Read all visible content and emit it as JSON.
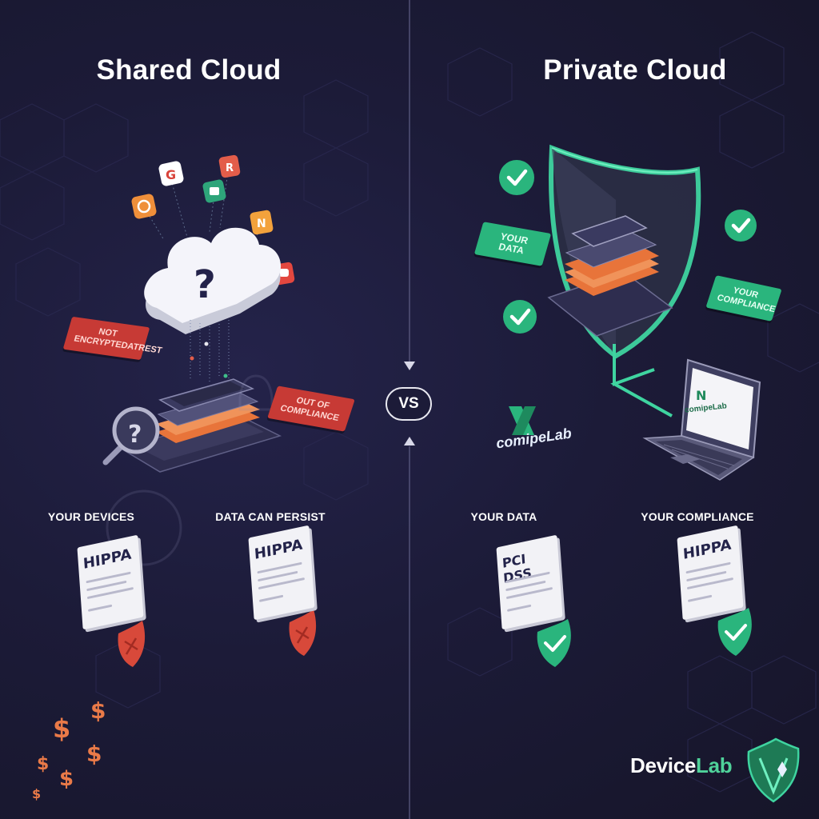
{
  "titles": {
    "left": "Shared Cloud",
    "right": "Private Cloud"
  },
  "vs_label": "VS",
  "left_panel": {
    "tags": [
      {
        "text": "NOT ENCRYPTEDATREST"
      },
      {
        "text": "OUT OF COMPLIANCE"
      }
    ],
    "captions": [
      "YOUR DEVICES",
      "DATA CAN PERSIST"
    ],
    "documents": [
      {
        "title": "HIPPA",
        "status": "warning"
      },
      {
        "title": "HIPPA",
        "status": "warning"
      }
    ],
    "currency_symbol": "$"
  },
  "right_panel": {
    "tags": [
      {
        "text": "YOUR DATA"
      },
      {
        "text": "YOUR COMPLIANCE"
      }
    ],
    "captions": [
      "YOUR DATA",
      "YOUR COMPLIANCE"
    ],
    "documents": [
      {
        "title": "PCI DSS",
        "status": "verified"
      },
      {
        "title": "HIPPA",
        "status": "verified"
      }
    ],
    "watermark": "comipeLab",
    "screen_logo": "comipeLab"
  },
  "brand": {
    "name_part1": "Device",
    "name_part2": "Lab"
  },
  "colors": {
    "background": "#1b1a33",
    "warning_red": "#c73a35",
    "accent_orange": "#e8743a",
    "safe_green": "#2ab57d",
    "text": "#ffffff"
  },
  "icons": [
    "question-mark-icon",
    "magnifier-icon",
    "shield-icon",
    "check-icon",
    "dollar-icon",
    "laptop-icon",
    "lock-icon"
  ]
}
